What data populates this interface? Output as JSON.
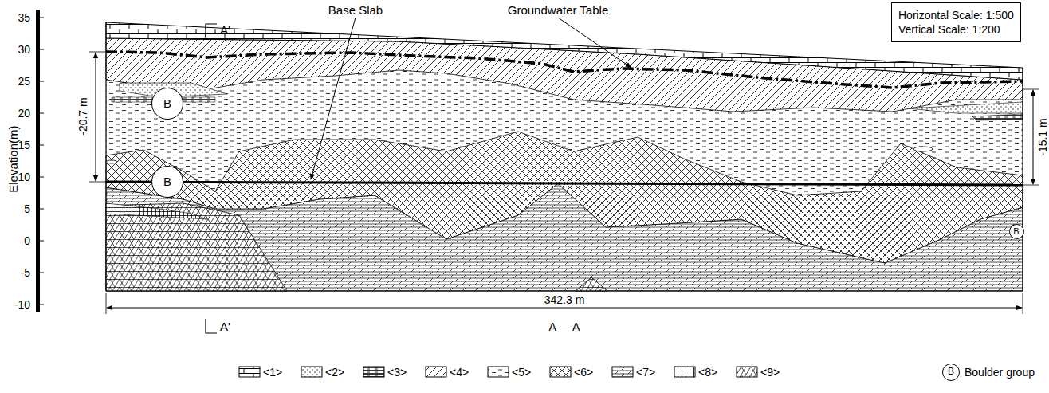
{
  "diagram": {
    "nodes": [
      {
        "text": [
          "Horizontal Scale: 1:500",
          "Vertical Scale: 1:200"
        ]
      },
      {
        "text": [
          "B"
        ]
      },
      {
        "text": [
          "B"
        ]
      },
      {
        "text": [
          "B"
        ]
      },
      {
        "text": [
          "B"
        ]
      }
    ],
    "labels": [
      "35",
      "30",
      "25",
      "20",
      "15",
      "10",
      "5",
      "0",
      "-5",
      "-10",
      "Elevation(m)",
      "A'",
      "Base Slab",
      "Groundwater Table",
      "-20.7 m",
      "-15.1 m",
      "342.3 m",
      "A'",
      "A — A"
    ],
    "legend": [
      {
        "text": "<1>"
      },
      {
        "text": "<2>"
      },
      {
        "text": "<3>"
      },
      {
        "text": "<4>"
      },
      {
        "text": "<5>"
      },
      {
        "text": "<6>"
      },
      {
        "text": "<7>"
      },
      {
        "text": "<8>"
      },
      {
        "text": "<9>"
      },
      {
        "text": "Boulder group"
      }
    ]
  }
}
